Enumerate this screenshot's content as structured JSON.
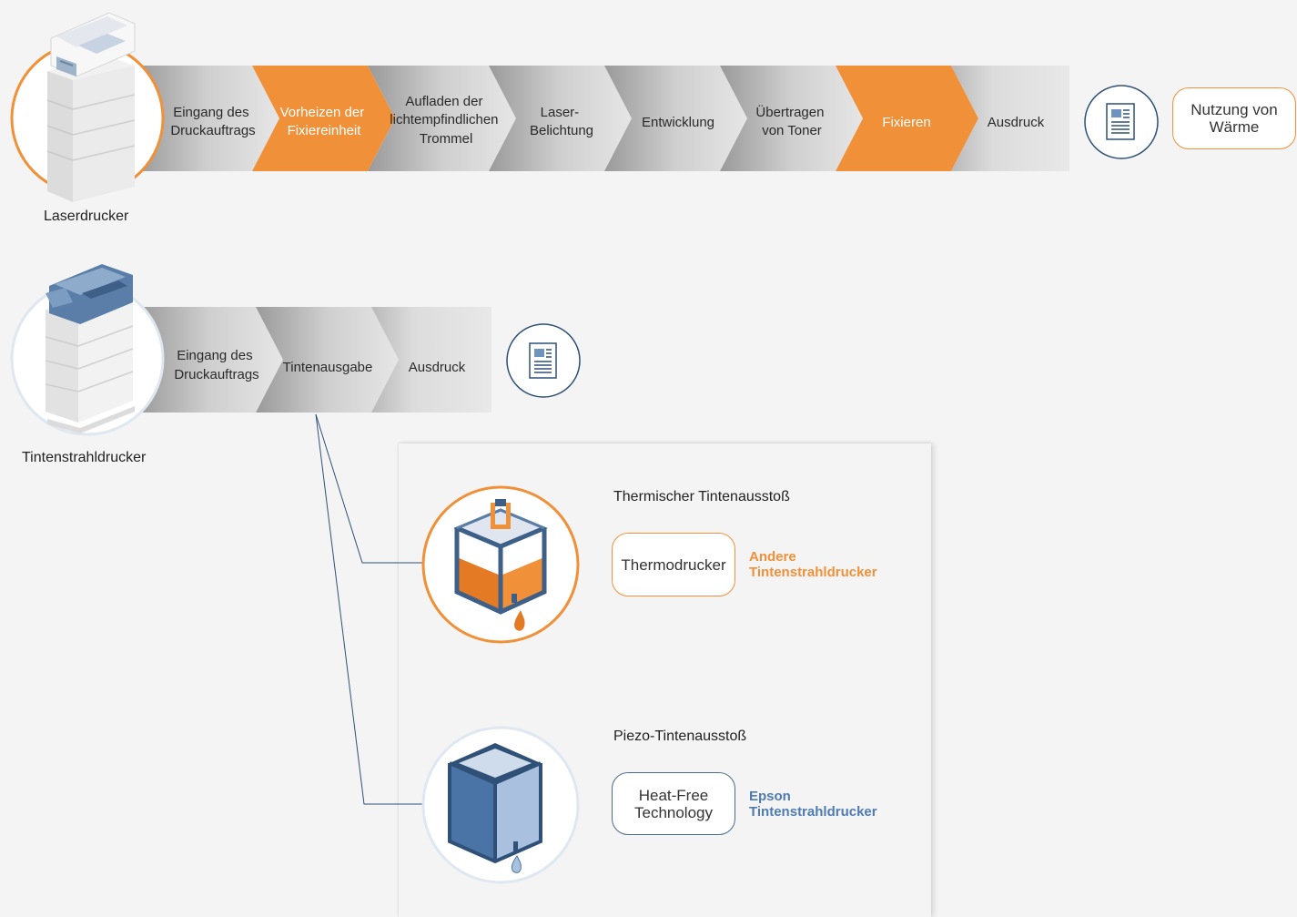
{
  "laser": {
    "caption": "Laserdrucker",
    "steps": [
      {
        "line1": "Eingang des",
        "line2": "Druckauftrags",
        "line3": "",
        "highlight": false
      },
      {
        "line1": "Vorheizen der",
        "line2": "Fixiereinheit",
        "line3": "",
        "highlight": true
      },
      {
        "line1": "Aufladen der",
        "line2": "lichtempfindlichen",
        "line3": "Trommel",
        "highlight": false
      },
      {
        "line1": "Laser-",
        "line2": "Belichtung",
        "line3": "",
        "highlight": false
      },
      {
        "line1": "Entwicklung",
        "line2": "",
        "line3": "",
        "highlight": false
      },
      {
        "line1": "Übertragen",
        "line2": "von Toner",
        "line3": "",
        "highlight": false
      },
      {
        "line1": "Fixieren",
        "line2": "",
        "line3": "",
        "highlight": true
      },
      {
        "line1": "Ausdruck",
        "line2": "",
        "line3": "",
        "highlight": false
      }
    ],
    "note_line1": "Nutzung von",
    "note_line2": "Wärme"
  },
  "inkjet": {
    "caption": "Tintenstrahldrucker",
    "steps": [
      {
        "line1": "Eingang des",
        "line2": "Druckauftrags",
        "line3": ""
      },
      {
        "line1": "Tintenausgabe",
        "line2": "",
        "line3": ""
      },
      {
        "line1": "Ausdruck",
        "line2": "",
        "line3": ""
      }
    ]
  },
  "thermal": {
    "title": "Thermischer Tintenausstoß",
    "pill": "Thermodrucker",
    "label_line1": "Andere",
    "label_line2": "Tintenstrahldrucker"
  },
  "piezo": {
    "title": "Piezo-Tintenausstoß",
    "pill_line1": "Heat-Free",
    "pill_line2": "Technology",
    "label_line1": "Epson",
    "label_line2": "Tintenstrahldrucker"
  },
  "colors": {
    "orange": "#f0913a",
    "blue_dark": "#2f5077",
    "blue_mid": "#4a74a5",
    "blue_light": "#a9c1de"
  },
  "icons": [
    "laser-printer-icon",
    "inkjet-printer-icon",
    "document-icon",
    "thermal-nozzle-icon",
    "piezo-nozzle-icon"
  ]
}
